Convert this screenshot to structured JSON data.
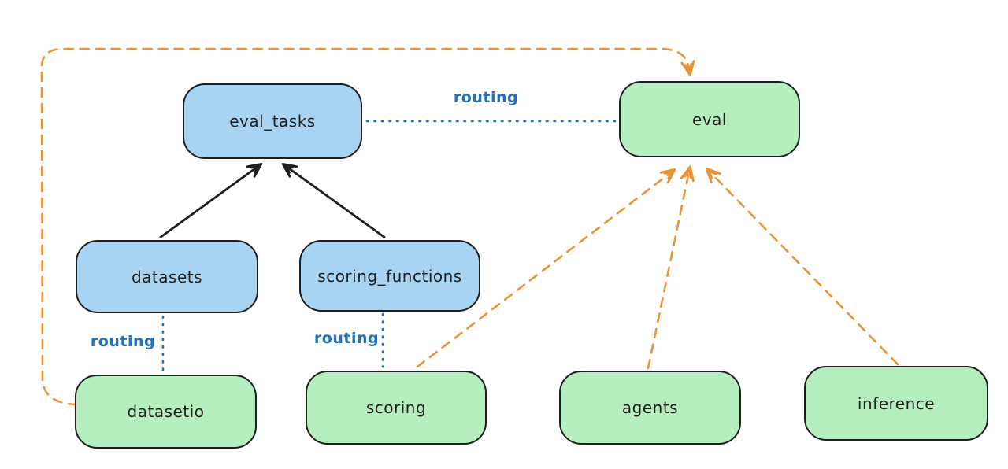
{
  "colors": {
    "canvas-bg": "#ffffff",
    "stroke-dark": "#1e1e1e",
    "node-blue-fill": "#a8d4f4",
    "node-green-fill": "#b5efbf",
    "routing-blue": "#1f72bf",
    "arrow-orange": "#eb9334"
  },
  "diagram": {
    "nodes": {
      "eval_tasks": {
        "label": "eval_tasks",
        "fill": "blue"
      },
      "eval": {
        "label": "eval",
        "fill": "green"
      },
      "datasets": {
        "label": "datasets",
        "fill": "blue"
      },
      "scoring_functions": {
        "label": "scoring_functions",
        "fill": "blue"
      },
      "datasetio": {
        "label": "datasetio",
        "fill": "green"
      },
      "scoring": {
        "label": "scoring",
        "fill": "green"
      },
      "agents": {
        "label": "agents",
        "fill": "green"
      },
      "inference": {
        "label": "inference",
        "fill": "green"
      }
    },
    "edge_labels": {
      "eval_tasks_eval": "routing",
      "datasets_datasetio": "routing",
      "scoring_functions_scoring": "routing"
    },
    "edges": [
      {
        "from": "datasets",
        "to": "eval_tasks",
        "style": "solid-black-arrow"
      },
      {
        "from": "scoring_functions",
        "to": "eval_tasks",
        "style": "solid-black-arrow"
      },
      {
        "from": "eval_tasks",
        "to": "eval",
        "style": "dotted-blue",
        "label": "routing"
      },
      {
        "from": "datasets",
        "to": "datasetio",
        "style": "dotted-blue",
        "label": "routing"
      },
      {
        "from": "scoring_functions",
        "to": "scoring",
        "style": "dotted-blue",
        "label": "routing"
      },
      {
        "from": "datasetio",
        "to": "eval",
        "style": "dashed-orange-arrow"
      },
      {
        "from": "scoring",
        "to": "eval",
        "style": "dashed-orange-arrow"
      },
      {
        "from": "agents",
        "to": "eval",
        "style": "dashed-orange-arrow"
      },
      {
        "from": "inference",
        "to": "eval",
        "style": "dashed-orange-arrow"
      }
    ]
  }
}
